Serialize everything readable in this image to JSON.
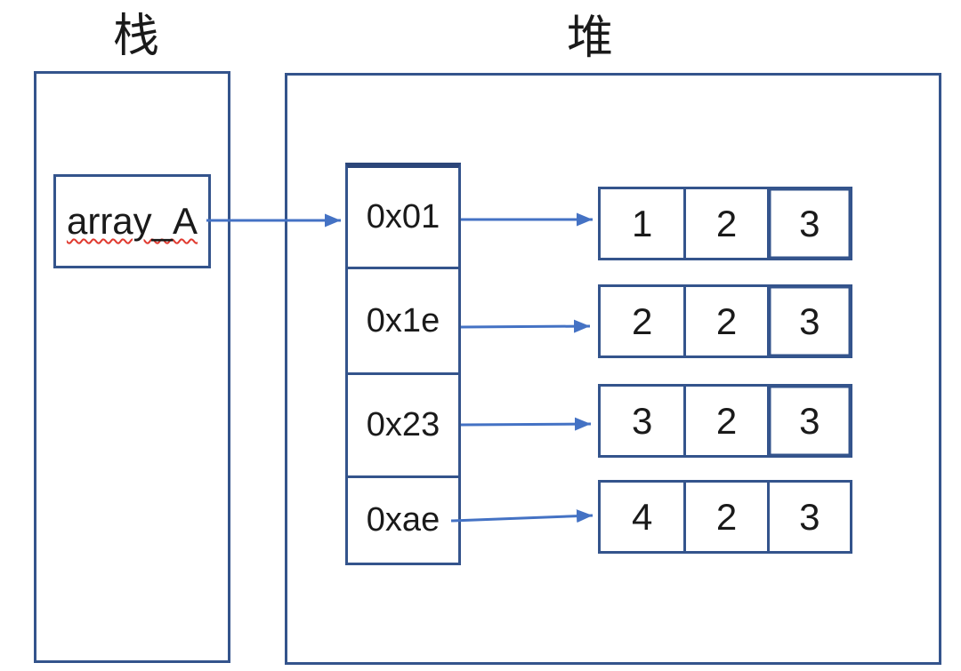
{
  "diagram": {
    "stack": {
      "title": "栈",
      "variable_name": "array_A"
    },
    "heap": {
      "title": "堆",
      "pointer_addresses": [
        "0x01",
        "0x1e",
        "0x23",
        "0xae"
      ],
      "arrays": [
        [
          1,
          2,
          3
        ],
        [
          2,
          2,
          3
        ],
        [
          3,
          2,
          3
        ],
        [
          4,
          2,
          3
        ]
      ]
    },
    "colors": {
      "border": "#34548c",
      "border_dark": "#2c4679",
      "arrow": "#4472c4",
      "text": "#1a1a1a",
      "squiggle": "#e03a2f"
    }
  }
}
